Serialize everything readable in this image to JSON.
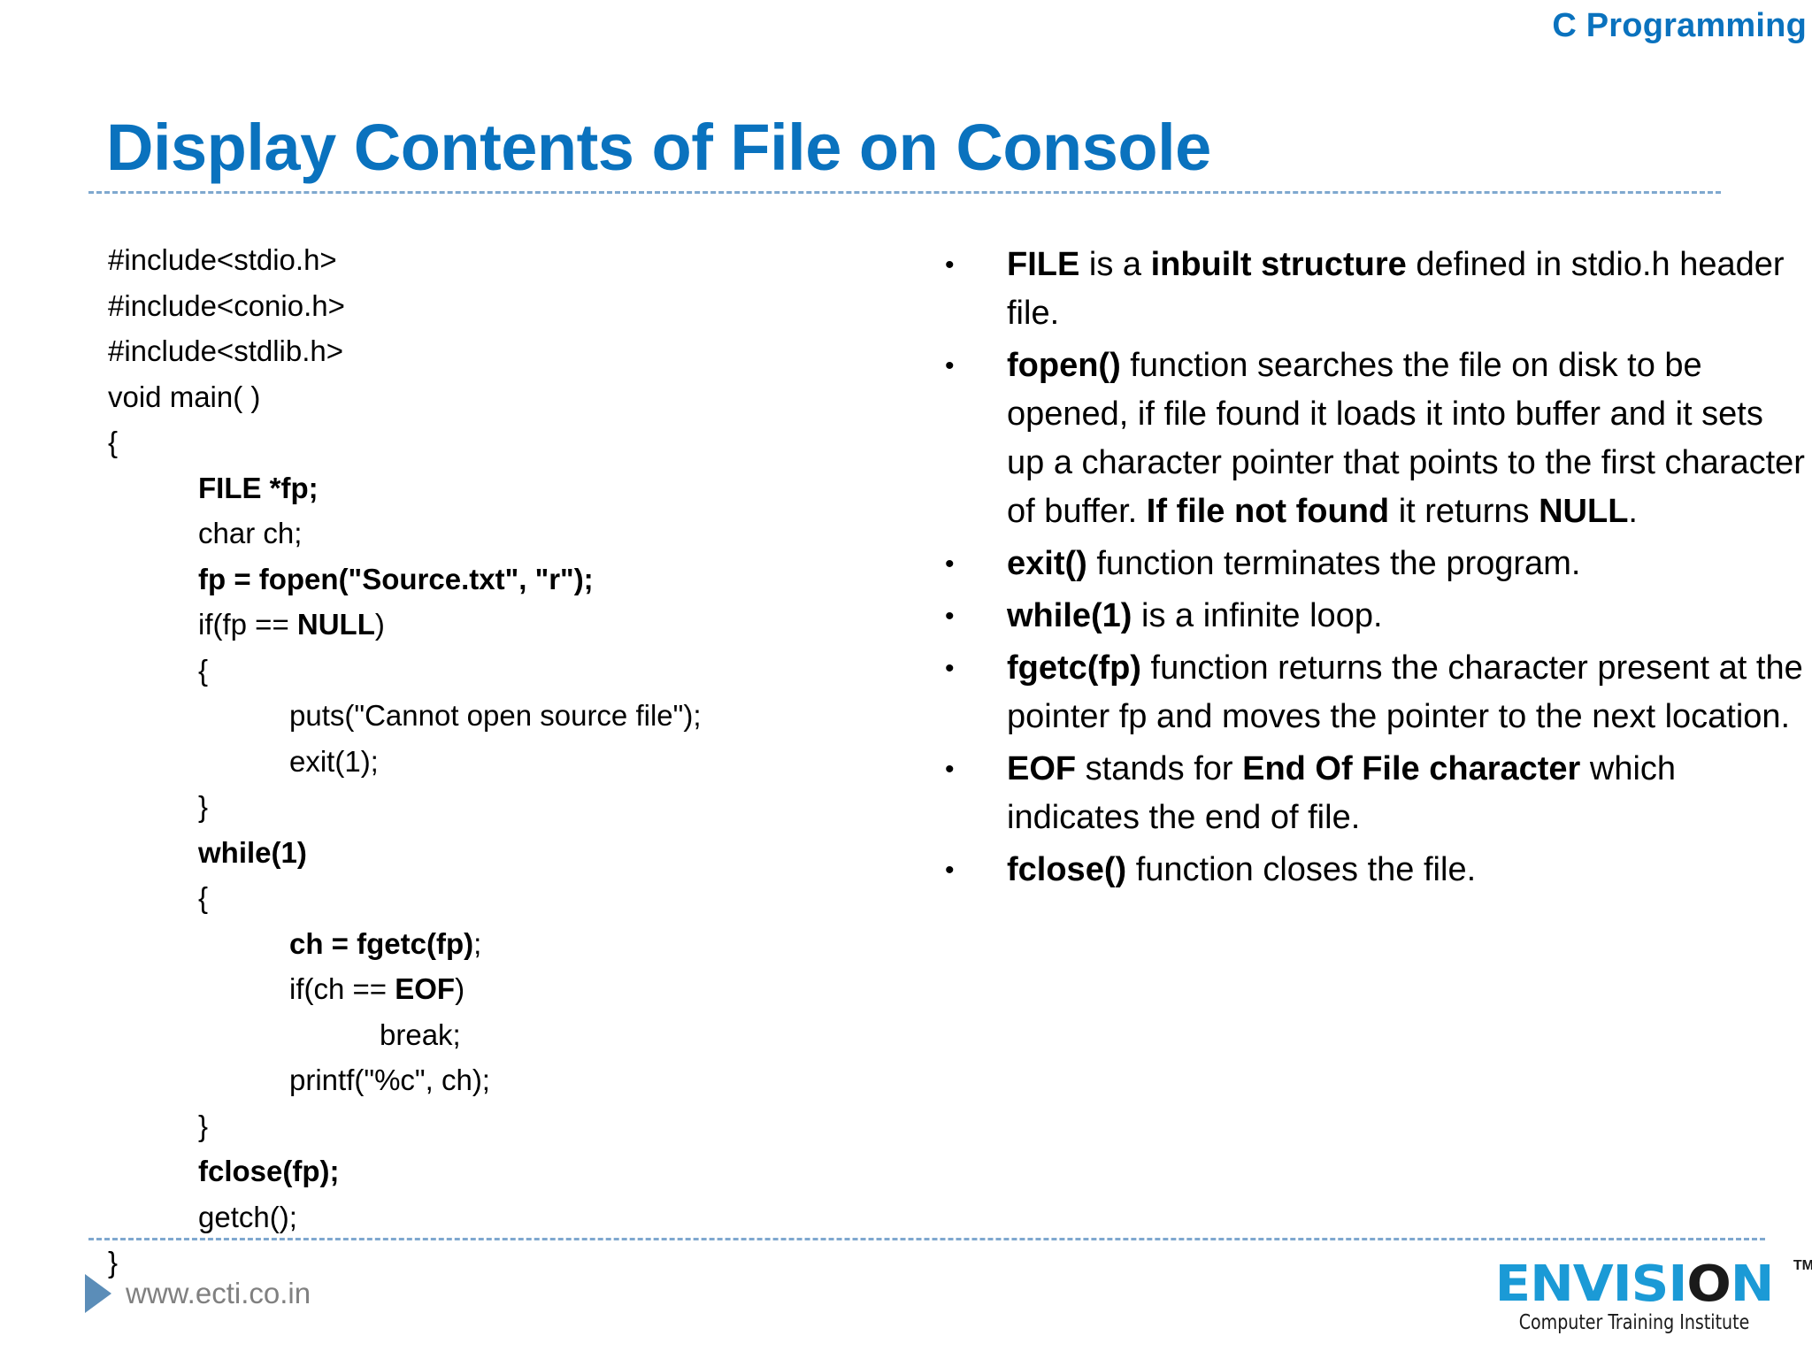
{
  "header": {
    "course_label": "C Programming",
    "title": "Display Contents of File on Console",
    "accent_color": "#0A72BE",
    "rule_color": "#7FA8CF"
  },
  "code": {
    "language": "c",
    "lines": [
      {
        "indent": 0,
        "html": "#include&lt;stdio.h&gt;"
      },
      {
        "indent": 0,
        "html": "#include&lt;conio.h&gt;"
      },
      {
        "indent": 0,
        "html": "#include&lt;stdlib.h&gt;"
      },
      {
        "indent": 0,
        "html": "void main( )"
      },
      {
        "indent": 0,
        "html": "{"
      },
      {
        "indent": 1,
        "html": "<b>FILE *fp;</b>"
      },
      {
        "indent": 1,
        "html": "char ch;"
      },
      {
        "indent": 1,
        "html": "<b>fp = fopen(\"Source.txt\", \"r\");</b>"
      },
      {
        "indent": 1,
        "html": "if(fp == <b>NULL</b>)"
      },
      {
        "indent": 1,
        "html": "{"
      },
      {
        "indent": 2,
        "html": "puts(\"Cannot open source file\");"
      },
      {
        "indent": 2,
        "html": "exit(1);"
      },
      {
        "indent": 1,
        "html": "}"
      },
      {
        "indent": 1,
        "html": "<b>while(1)</b>"
      },
      {
        "indent": 1,
        "html": "{"
      },
      {
        "indent": 2,
        "html": "<b>ch = fgetc(fp)</b>;"
      },
      {
        "indent": 2,
        "html": "if(ch == <b>EOF</b>)"
      },
      {
        "indent": 3,
        "html": "break;"
      },
      {
        "indent": 2,
        "html": "printf(\"%c\", ch);"
      },
      {
        "indent": 1,
        "html": "}"
      },
      {
        "indent": 1,
        "html": "<b>fclose(fp);</b>"
      },
      {
        "indent": 1,
        "html": "getch();"
      },
      {
        "indent": 0,
        "html": "}"
      }
    ],
    "plain_text": "#include<stdio.h>\n#include<conio.h>\n#include<stdlib.h>\nvoid main( )\n{\n    FILE *fp;\n    char ch;\n    fp = fopen(\"Source.txt\", \"r\");\n    if(fp == NULL)\n    {\n        puts(\"Cannot open source file\");\n        exit(1);\n    }\n    while(1)\n    {\n        ch = fgetc(fp);\n        if(ch == EOF)\n            break;\n        printf(\"%c\", ch);\n    }\n    fclose(fp);\n    getch();\n}"
  },
  "notes": {
    "bullet_glyph": "•",
    "items": [
      {
        "html": "<b>FILE</b> is a <b>inbuilt structure</b> defined in stdio.h header file.",
        "text": "FILE is a inbuilt structure defined in stdio.h header file."
      },
      {
        "html": "<b>fopen()</b> function searches the file on disk to be opened, if file found it loads it into buffer and it sets up a character pointer that points to the first character of buffer. <b>If file not found</b> it returns <b>NULL</b>.",
        "text": "fopen() function searches the file on disk to be opened, if file found it loads it into buffer and it sets up a character pointer that points to the first character of buffer. If file not found it returns NULL."
      },
      {
        "html": "<b>exit()</b> function terminates the program.",
        "text": "exit() function terminates the program."
      },
      {
        "html": "<b>while(1)</b> is a infinite loop.",
        "text": "while(1) is a infinite loop."
      },
      {
        "html": "<b>fgetc(fp)</b> function returns the character present at the pointer fp and moves the pointer to the next location.",
        "text": "fgetc(fp) function returns the character present at the pointer fp and moves the pointer to the next location."
      },
      {
        "html": "<b>EOF</b> stands for <b>End Of File character</b> which indicates the end of file.",
        "text": "EOF stands for End Of File character which indicates the end of file."
      },
      {
        "html": "<b>fclose()</b> function closes the file.",
        "text": "fclose() function closes the file."
      }
    ]
  },
  "footer": {
    "url": "www.ecti.co.in",
    "arrow_color": "#5B8DB8",
    "url_color": "#808080"
  },
  "logo": {
    "wordmark_part1": "ENVISI",
    "wordmark_o": "O",
    "wordmark_part2": "N",
    "trademark": "TM",
    "tagline": "Computer Training Institute",
    "brand_blue": "#1B9AD6",
    "brand_dark": "#1A1A1A"
  }
}
